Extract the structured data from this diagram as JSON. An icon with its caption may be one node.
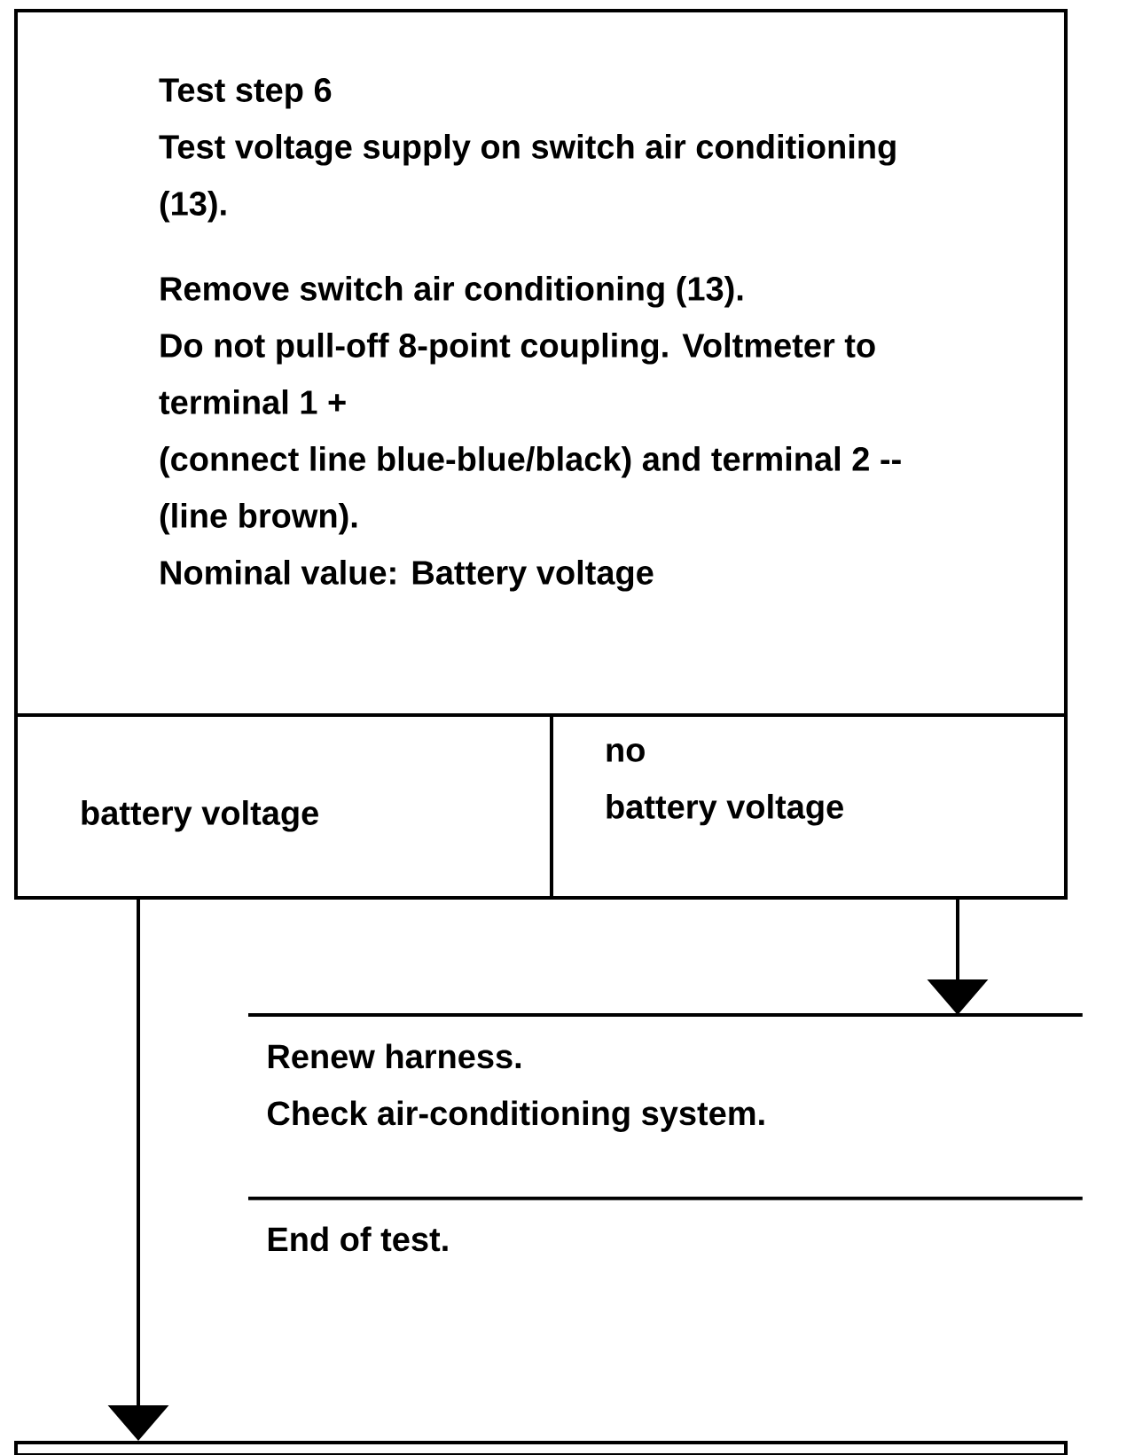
{
  "diagram": {
    "nodes": [
      {
        "text": [
          "Test step 6",
          "Test voltage supply on switch air conditioning (13).",
          "Remove switch air conditioning (13).",
          "Do not pull-off 8-point coupling. Voltmeter to terminal 1 +",
          "(connect line blue-blue/black) and terminal 2 -- (line brown).",
          "Nominal value: Battery voltage"
        ]
      },
      {
        "text": [
          "battery voltage"
        ]
      },
      {
        "text": [
          "no",
          "battery voltage"
        ]
      },
      {
        "text": [
          "Renew harness.",
          "Check air-conditioning system."
        ]
      },
      {
        "text": [
          "End of test."
        ]
      },
      {
        "text": [],
        "shape": "box"
      }
    ],
    "edges": [
      {
        "from": 1,
        "to": 5,
        "arrow": "to"
      },
      {
        "from": 2,
        "to": 3,
        "arrow": "to"
      }
    ]
  }
}
